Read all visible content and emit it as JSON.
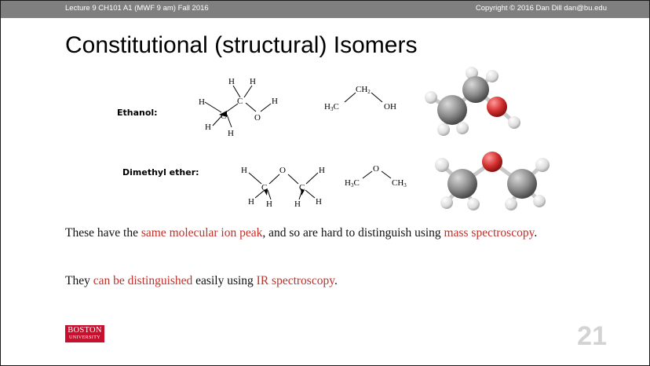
{
  "header": {
    "left": "Lecture 9 CH101 A1 (MWF 9 am) Fall 2016",
    "right": "Copyright © 2016 Dan Dill dan@bu.edu"
  },
  "title": "Constitutional (structural) Isomers",
  "molecules": [
    {
      "name": "Ethanol:",
      "structural_atoms": [
        "H",
        "H",
        "H",
        "C",
        "C",
        "O",
        "H",
        "H",
        "H"
      ],
      "condensed": {
        "left": "H3C",
        "top": "CH2",
        "right": "OH"
      },
      "ball_model": "ethanol-ball-and-stick-model"
    },
    {
      "name": "Dimethyl ether:",
      "structural_atoms": [
        "H",
        "C",
        "O",
        "C",
        "H",
        "H",
        "H",
        "H",
        "H"
      ],
      "condensed": {
        "left": "H3C",
        "top": "O",
        "right": "CH3"
      },
      "ball_model": "dimethyl-ether-ball-and-stick-model"
    }
  ],
  "paragraphs": {
    "p1": {
      "a": "These have the ",
      "b": "same molecular ion peak",
      "c": ", and so are hard to distinguish using ",
      "d": "mass spectroscopy",
      "e": "."
    },
    "p2": {
      "a": "They ",
      "b": "can be distinguished",
      "c": " easily using ",
      "d": "IR spectroscopy",
      "e": "."
    }
  },
  "footer": {
    "logo_line1": "BOSTON",
    "logo_line2": "UNIVERSITY",
    "page_number": "21"
  },
  "colors": {
    "header_bar": "#7f7f7f",
    "highlight": "#c0302a",
    "logo_red": "#c8102e",
    "carbon": "#808080",
    "hydrogen": "#e8e8e8",
    "oxygen": "#d32f2f"
  }
}
